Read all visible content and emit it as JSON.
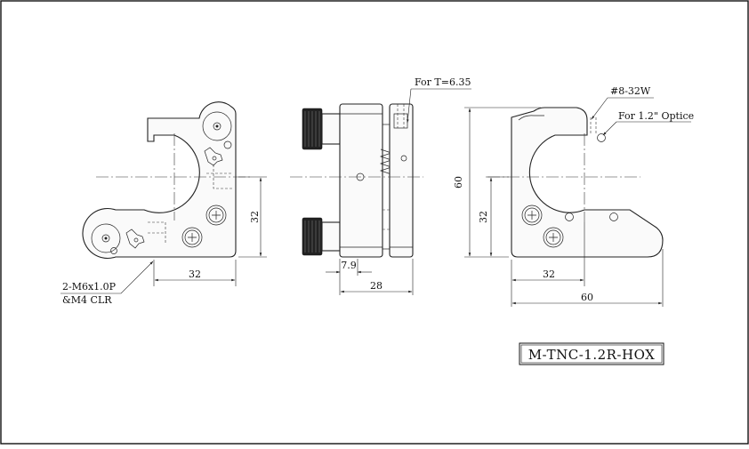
{
  "drawing": {
    "model_number": "M-TNC-1.2R-HOX",
    "front_view": {
      "dim_width": "32",
      "dim_height": "32",
      "note_line1": "2-M6x1.0P",
      "note_line2": "&M4 CLR"
    },
    "side_view": {
      "note_thickness": "For T=6.35",
      "dim_offset": "7.9",
      "dim_depth": "28"
    },
    "rear_view": {
      "note_thread": "#8-32W",
      "note_optic": "For 1.2\" Optice",
      "dim_height_total": "60",
      "dim_height_center": "32",
      "dim_width_center": "32",
      "dim_width_total": "60"
    }
  }
}
